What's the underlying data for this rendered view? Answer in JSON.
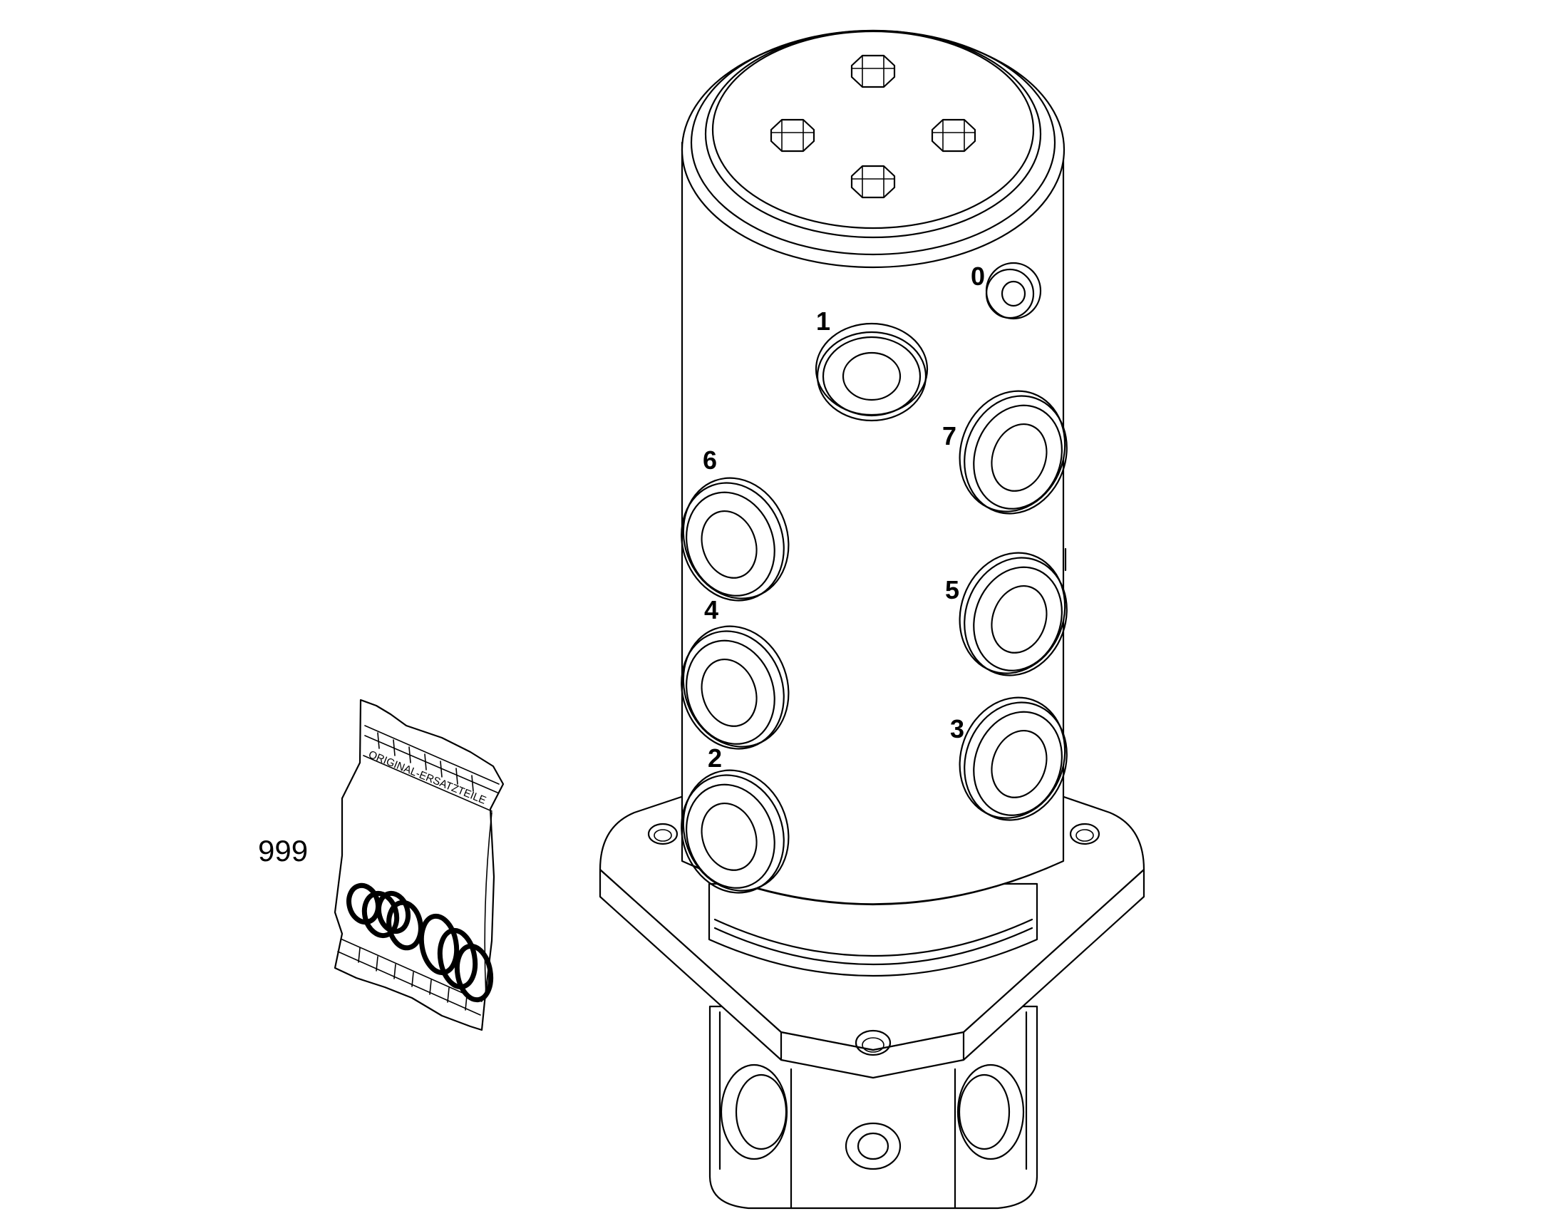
{
  "labels": {
    "port_0": "0",
    "port_1": "1",
    "port_2": "2",
    "port_3": "3",
    "port_4": "4",
    "port_5": "5",
    "port_6": "6",
    "port_7": "7",
    "seal_kit": "999"
  },
  "seal_kit_bag": {
    "print": "ORIGINAL-ERSATZTEILE"
  },
  "colors": {
    "line": "#000000",
    "background": "#ffffff"
  }
}
